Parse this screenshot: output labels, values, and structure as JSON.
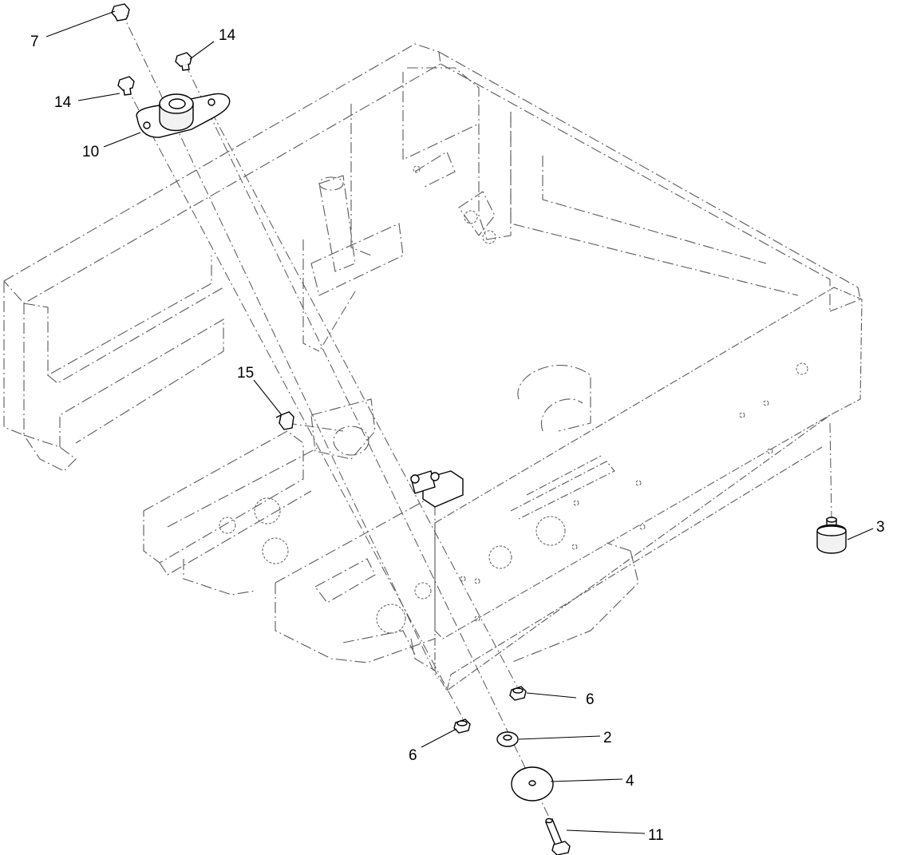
{
  "callouts": [
    {
      "id": "c7",
      "label": "7"
    },
    {
      "id": "c14a",
      "label": "14"
    },
    {
      "id": "c14b",
      "label": "14"
    },
    {
      "id": "c10",
      "label": "10"
    },
    {
      "id": "c15",
      "label": "15"
    },
    {
      "id": "c3",
      "label": "3"
    },
    {
      "id": "c6a",
      "label": "6"
    },
    {
      "id": "c6b",
      "label": "6"
    },
    {
      "id": "c2",
      "label": "2"
    },
    {
      "id": "c4",
      "label": "4"
    },
    {
      "id": "c11",
      "label": "11"
    }
  ]
}
